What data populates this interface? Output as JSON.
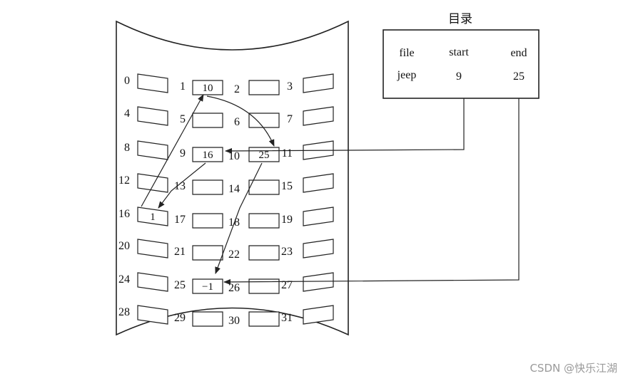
{
  "directory": {
    "title": "目录",
    "headers": {
      "file": "file",
      "start": "start",
      "end": "end"
    },
    "row": {
      "file": "jeep",
      "start": "9",
      "end": "25"
    }
  },
  "blocks": [
    {
      "id": "0",
      "value": ""
    },
    {
      "id": "1",
      "value": "10"
    },
    {
      "id": "2",
      "value": ""
    },
    {
      "id": "3",
      "value": ""
    },
    {
      "id": "4",
      "value": ""
    },
    {
      "id": "5",
      "value": ""
    },
    {
      "id": "6",
      "value": ""
    },
    {
      "id": "7",
      "value": ""
    },
    {
      "id": "8",
      "value": ""
    },
    {
      "id": "9",
      "value": "16"
    },
    {
      "id": "10",
      "value": "25"
    },
    {
      "id": "11",
      "value": ""
    },
    {
      "id": "12",
      "value": ""
    },
    {
      "id": "13",
      "value": ""
    },
    {
      "id": "14",
      "value": ""
    },
    {
      "id": "15",
      "value": ""
    },
    {
      "id": "16",
      "value": "1"
    },
    {
      "id": "17",
      "value": ""
    },
    {
      "id": "18",
      "value": ""
    },
    {
      "id": "19",
      "value": ""
    },
    {
      "id": "20",
      "value": ""
    },
    {
      "id": "21",
      "value": ""
    },
    {
      "id": "22",
      "value": ""
    },
    {
      "id": "23",
      "value": ""
    },
    {
      "id": "24",
      "value": ""
    },
    {
      "id": "25",
      "value": "−1"
    },
    {
      "id": "26",
      "value": ""
    },
    {
      "id": "27",
      "value": ""
    },
    {
      "id": "28",
      "value": ""
    },
    {
      "id": "29",
      "value": ""
    },
    {
      "id": "30",
      "value": ""
    },
    {
      "id": "31",
      "value": ""
    }
  ],
  "watermark": "CSDN @快乐江湖"
}
